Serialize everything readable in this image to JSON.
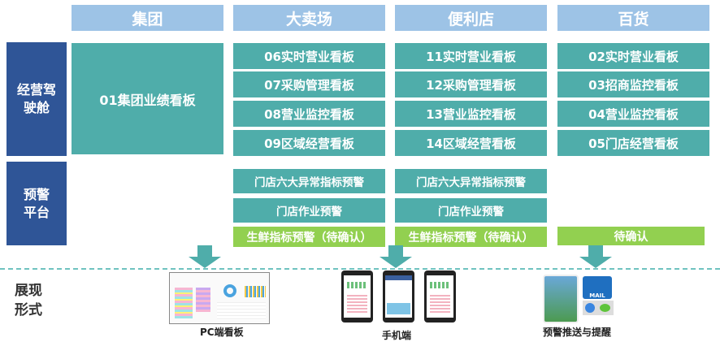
{
  "columns": [
    "集团",
    "大卖场",
    "便利店",
    "百货"
  ],
  "rows": {
    "cockpit": "经营驾驶舱",
    "alert": "预警平台",
    "display": "展现形式"
  },
  "group_board": "01集团业绩看板",
  "hypermarket_boards": [
    "06实时营业看板",
    "07采购管理看板",
    "08营业监控看板",
    "09区域经营看板"
  ],
  "convenience_boards": [
    "11实时营业看板",
    "12采购管理看板",
    "13营业监控看板",
    "14区域经营看板"
  ],
  "department_boards": [
    "02实时营业看板",
    "03招商监控看板",
    "04营业监控看板",
    "05门店经营看板"
  ],
  "hypermarket_alerts": [
    "门店六大异常指标预警",
    "门店作业预警",
    "生鲜指标预警（待确认）"
  ],
  "convenience_alerts": [
    "门店六大异常指标预警",
    "门店作业预警",
    "生鲜指标预警（待确认）"
  ],
  "department_alert": "待确认",
  "display": {
    "pc": "PC端看板",
    "mobile": "手机端",
    "push": "预警推送与提醒",
    "mail": "MAIL"
  }
}
